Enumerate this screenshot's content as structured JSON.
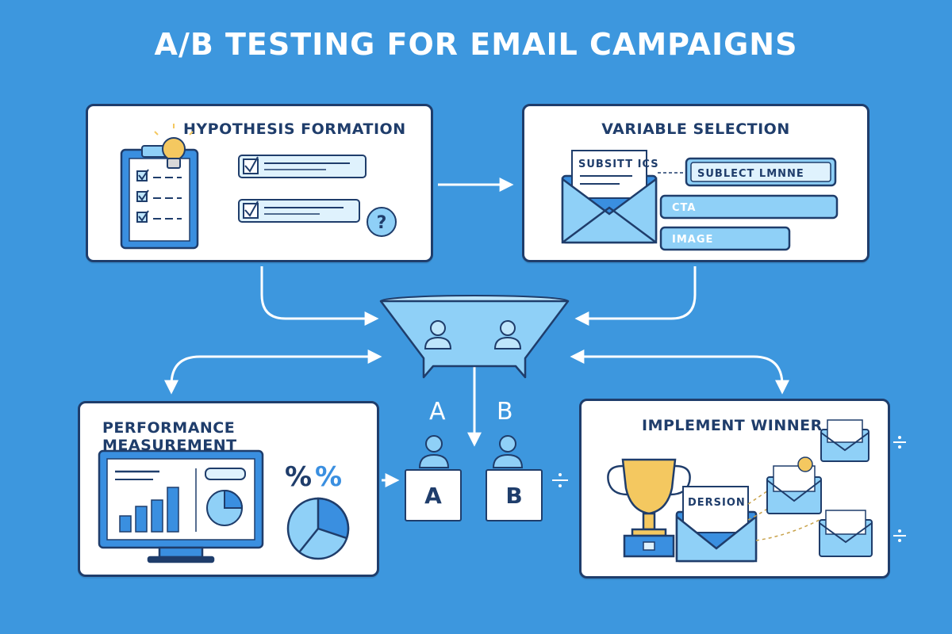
{
  "title": "A/B TESTING FOR EMAIL CAMPAIGNS",
  "steps": {
    "hypothesis": {
      "title": "HYPOTHESIS FORMATION"
    },
    "variable": {
      "title": "VARIABLE SELECTION",
      "envelope_label": "SUBSITT ICS",
      "options": [
        "SUBLECT LMNNE",
        "CTA",
        "IMAGE"
      ]
    },
    "performance": {
      "title": "PERFORMANCE MEASUREMENT",
      "percent_symbol": "%"
    },
    "implement": {
      "title": "IMPLEMENT WINNER",
      "version_label": "DERSION"
    }
  },
  "split": {
    "label_a": "A",
    "label_b": "B",
    "card_a": "A",
    "card_b": "B"
  },
  "colors": {
    "background": "#3d97de",
    "navy": "#1f3d6b",
    "light_blue": "#8fd0f7",
    "accent_blue": "#3a8fe0",
    "gold": "#f4c860"
  }
}
